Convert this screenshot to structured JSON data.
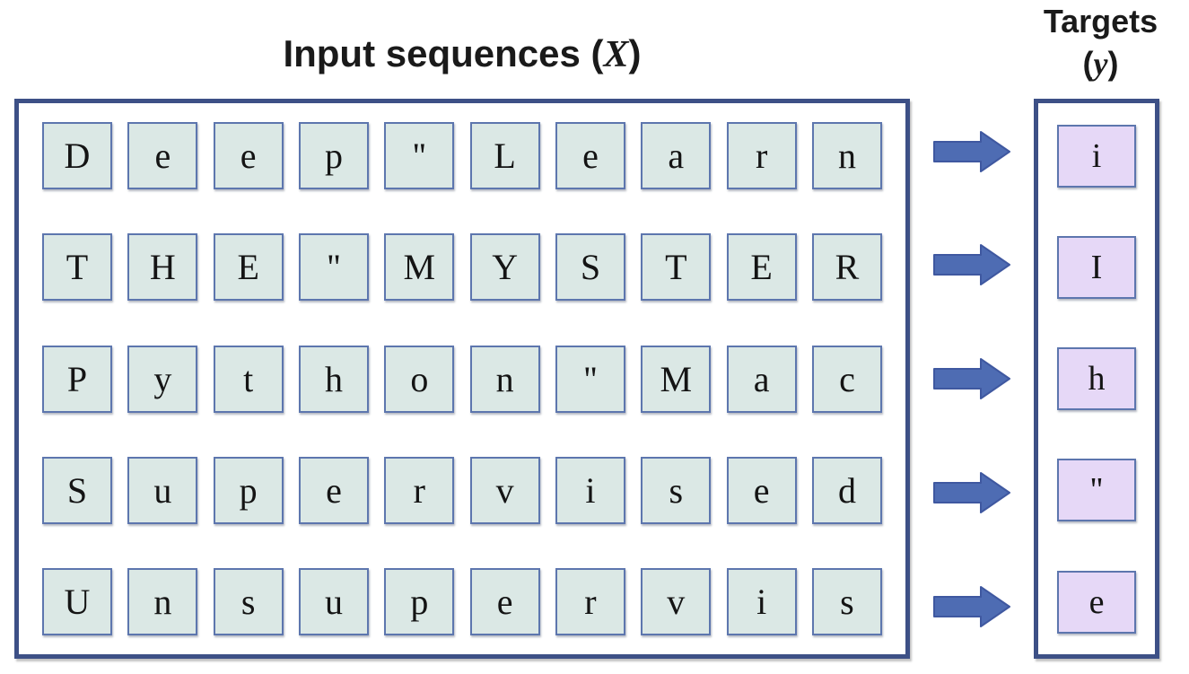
{
  "header": {
    "input_title": {
      "prefix": "Input sequences (",
      "symbol": "X",
      "suffix": ")"
    },
    "targets_title": {
      "line1": "Targets",
      "prefix": "(",
      "symbol": "y",
      "suffix": ")"
    }
  },
  "rows": [
    {
      "cells": [
        "D",
        "e",
        "e",
        "p",
        "''",
        "L",
        "e",
        "a",
        "r",
        "n"
      ],
      "target": "i"
    },
    {
      "cells": [
        "T",
        "H",
        "E",
        "''",
        "M",
        "Y",
        "S",
        "T",
        "E",
        "R"
      ],
      "target": "I"
    },
    {
      "cells": [
        "P",
        "y",
        "t",
        "h",
        "o",
        "n",
        "''",
        "M",
        "a",
        "c"
      ],
      "target": "h"
    },
    {
      "cells": [
        "S",
        "u",
        "p",
        "e",
        "r",
        "v",
        "i",
        "s",
        "e",
        "d"
      ],
      "target": "''"
    },
    {
      "cells": [
        "U",
        "n",
        "s",
        "u",
        "p",
        "e",
        "r",
        "v",
        "i",
        "s"
      ],
      "target": "e"
    }
  ],
  "icons": {
    "arrow": "right-block-arrow"
  },
  "colors": {
    "frame_border": "#3d5086",
    "cell_border": "#5d76ae",
    "input_cell_fill": "#dbe8e5",
    "target_cell_fill": "#e6d8f7",
    "arrow_fill": "#4e6cb3",
    "arrow_border": "#3f58a0"
  }
}
